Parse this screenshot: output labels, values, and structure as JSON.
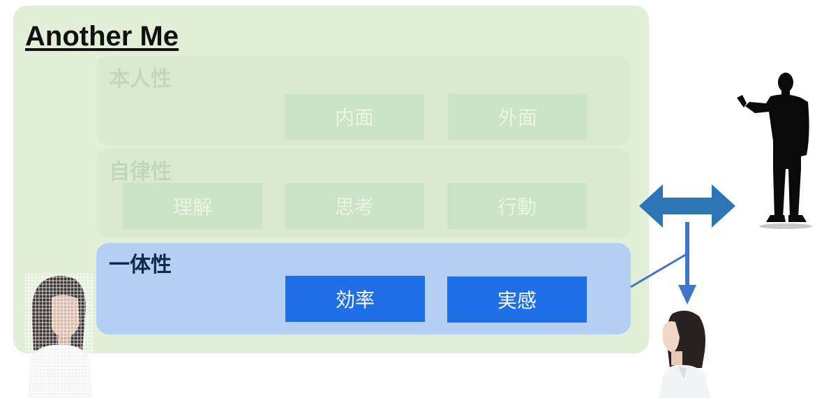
{
  "title": "Another Me",
  "groups": [
    {
      "label": "本人性",
      "items": [
        "内面",
        "外面"
      ]
    },
    {
      "label": "自律性",
      "items": [
        "理解",
        "思考",
        "行動"
      ]
    },
    {
      "label": "一体性",
      "items": [
        "効率",
        "実感"
      ]
    }
  ],
  "colors": {
    "panel": "#e2efd8",
    "active_group": "#b4cff3",
    "active_box": "#1f6fe8",
    "arrow": "#2e75b6"
  },
  "icons": [
    "pixelated-woman-avatar-icon",
    "double-arrow-icon",
    "down-arrow-icon",
    "businessman-silhouette-icon",
    "woman-photo-icon"
  ]
}
